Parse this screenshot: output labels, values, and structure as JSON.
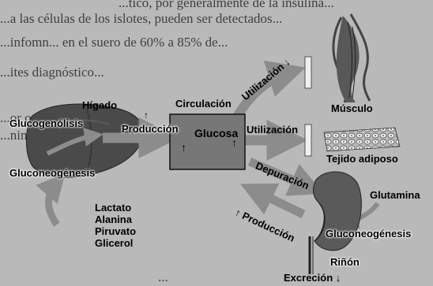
{
  "background_text": {
    "lines": [
      "...tico, por generalmente de la insulina...",
      "...a las células de los islotes, pueden ser detectados...",
      "...infomn... en el suero de 60% a 85% de...",
      "...ites diagnóstico...",
      "...or otros...",
      "...ninio...",
      "..."
    ]
  },
  "diagram": {
    "organs": {
      "liver": "Hígado",
      "circulation": "Circulación",
      "circulation_box": "Glucosa",
      "muscle": "Músculo",
      "adipose": "Tejido adiposo",
      "kidney": "Riñón"
    },
    "processes": {
      "glycogenolysis": "Glucogenólisis",
      "gluconeogenesis_liver": "Gluconeogénesis",
      "production_liver": "Producción",
      "utilization_muscle": "Utilización ↓",
      "utilization_adipose": "Utilización",
      "depuration": "Depuración",
      "production_kidney": "↑ Producción",
      "glutamine": "Glutamina",
      "gluconeogenesis_kidney": "Gluconeogénesis",
      "excretion": "Excreción ↓"
    },
    "substrates": [
      "Lactato",
      "Alanina",
      "Piruvato",
      "Glicerol"
    ],
    "markers": {
      "up": "↑",
      "up_box_left": "↑",
      "up_box_right": "↑"
    }
  },
  "icons": [
    "liver-icon",
    "muscle-icon",
    "adipose-tissue-icon",
    "kidney-icon",
    "up-arrow-icon"
  ],
  "colors": {
    "background": "#b9b9b9",
    "box_fill": "#777777",
    "arrow": "#8c8c8c",
    "liver": "#4a4a4a",
    "bar": "#f0f0f0"
  }
}
